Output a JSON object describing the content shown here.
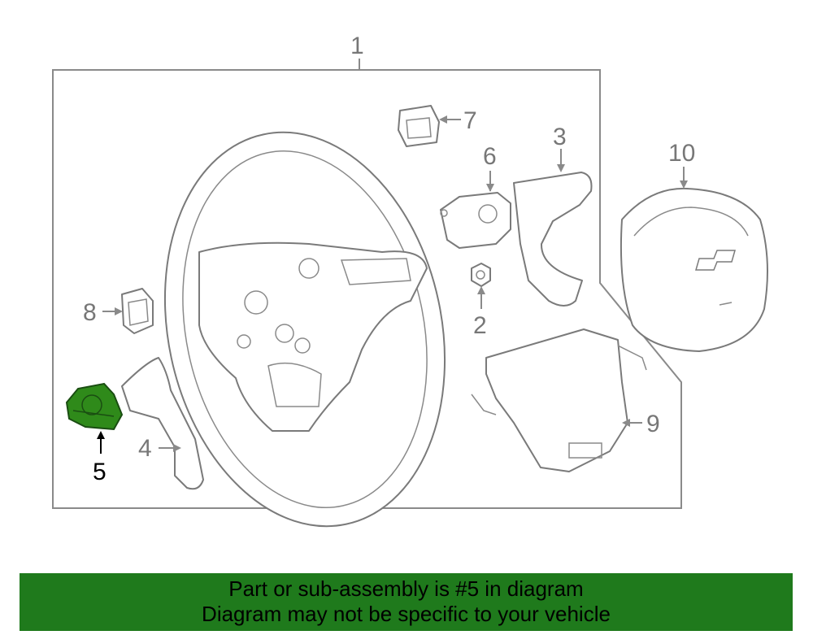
{
  "callouts": {
    "c1": "1",
    "c2": "2",
    "c3": "3",
    "c4": "4",
    "c5": "5",
    "c6": "6",
    "c7": "7",
    "c8": "8",
    "c9": "9",
    "c10": "10"
  },
  "highlight_color": "#2f8a1a",
  "banner": {
    "line1": "Part or sub-assembly is #5 in diagram",
    "line2": "Diagram may not be specific to your vehicle",
    "background": "#1f7a1c"
  }
}
